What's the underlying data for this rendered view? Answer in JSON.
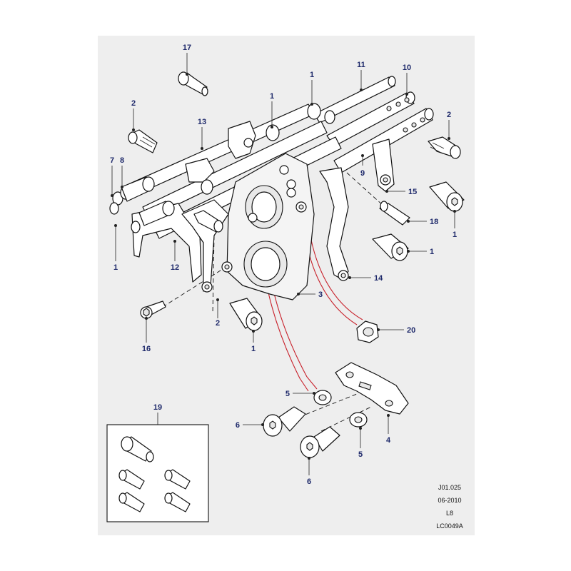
{
  "callouts": {
    "c1a": "1",
    "c1b": "1",
    "c1c": "1",
    "c1d": "1",
    "c1e": "1",
    "c1f": "1",
    "c2a": "2",
    "c2b": "2",
    "c2c": "2",
    "c3": "3",
    "c4": "4",
    "c5a": "5",
    "c5b": "5",
    "c6a": "6",
    "c6b": "6",
    "c7": "7",
    "c8": "8",
    "c9": "9",
    "c10": "10",
    "c11": "11",
    "c12": "12",
    "c13": "13",
    "c14": "14",
    "c15": "15",
    "c16": "16",
    "c17": "17",
    "c18": "18",
    "c19": "19",
    "c20": "20"
  },
  "reference": {
    "code": "J01.025",
    "date": "06-2010",
    "sheet": "L8",
    "drawing": "LC0049A"
  }
}
